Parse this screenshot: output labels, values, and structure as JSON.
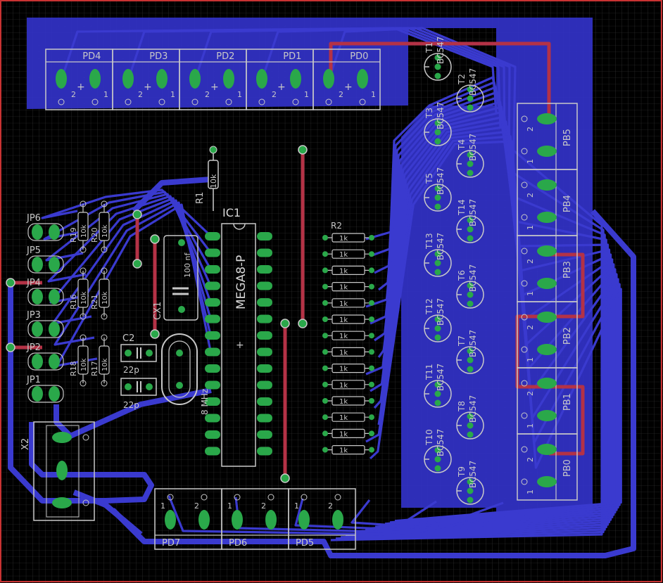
{
  "colors": {
    "background": "#000000",
    "grid": "#3a3a3a",
    "copper_bottom": "#3232c8",
    "copper_top": "#b43246",
    "pad": "#2aa84a",
    "silk": "#c8c8c8",
    "border": "#c83232"
  },
  "labels": {
    "headers_top": [
      "PD4",
      "PD3",
      "PD2",
      "PD1",
      "PD0"
    ],
    "headers_bottom": [
      "PD7",
      "PD6",
      "PD5"
    ],
    "headers_right": [
      "PB5",
      "PB4",
      "PB3",
      "PB2",
      "PB1",
      "PB0"
    ],
    "pin_one": "1",
    "pin_two": "2",
    "jumpers": [
      "JP6",
      "JP5",
      "JP4",
      "JP3",
      "JP2",
      "JP1"
    ],
    "ic_name": "IC1",
    "ic_part": "MEGA8-P",
    "r1": "R1",
    "r1_value": "10k",
    "r2": "R2",
    "resistor_value": "1k",
    "pullups": [
      "R19",
      "R20",
      "R16",
      "R21",
      "R18",
      "R17"
    ],
    "pullup_value": "10k",
    "c2": "C2",
    "c2_value": "22p",
    "c3_value": "22p",
    "crystal_value": "8 MHz",
    "cx1": "CX1",
    "cx1_value": "100 nf",
    "x2": "X2",
    "transistors": [
      {
        "name": "T1",
        "part": "BC547"
      },
      {
        "name": "T2",
        "part": "BC547"
      },
      {
        "name": "T3",
        "part": "BC547"
      },
      {
        "name": "T4",
        "part": "BC547"
      },
      {
        "name": "T5",
        "part": "BC547"
      },
      {
        "name": "T14",
        "part": "BC547"
      },
      {
        "name": "T13",
        "part": "BC547"
      },
      {
        "name": "T6",
        "part": "BC547"
      },
      {
        "name": "T12",
        "part": "BC547"
      },
      {
        "name": "T7",
        "part": "BC547"
      },
      {
        "name": "T11",
        "part": "BC547"
      },
      {
        "name": "T8",
        "part": "BC547"
      },
      {
        "name": "T10",
        "part": "BC547"
      },
      {
        "name": "T9",
        "part": "BC547"
      }
    ]
  }
}
